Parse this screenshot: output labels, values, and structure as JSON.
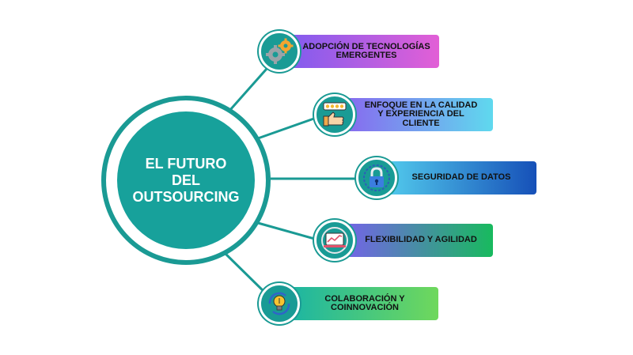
{
  "diagram": {
    "hub": {
      "title": "EL FUTURO\nDEL\nOUTSOURCING",
      "fill": "#17a19b",
      "ring": "#1a9a94"
    },
    "items": [
      {
        "label": "ADOPCIÓN DE TECNOLOGÍAS\nEMERGENTES",
        "icon": "gears-icon",
        "gradient": [
          "#7d5cf0",
          "#e25fd6"
        ]
      },
      {
        "label": "ENFOQUE EN LA CALIDAD\nY EXPERIENCIA DEL\nCLIENTE",
        "icon": "thumbs-up-stars-icon",
        "gradient": [
          "#8a63ef",
          "#5fd9ee"
        ]
      },
      {
        "label": "SEGURIDAD DE DATOS",
        "icon": "padlock-icon",
        "gradient": [
          "#55d0ef",
          "#1650b8"
        ]
      },
      {
        "label": "FLEXIBILIDAD Y AGILIDAD",
        "icon": "laptop-chart-icon",
        "gradient": [
          "#7a5ef0",
          "#18ba5e"
        ]
      },
      {
        "label": "COLABORACIÓN Y\nCOINNOVACIÓN",
        "icon": "lightbulb-cycle-icon",
        "gradient": [
          "#16b3a8",
          "#6fd85c"
        ]
      }
    ],
    "connector_color": "#1a9a94"
  }
}
